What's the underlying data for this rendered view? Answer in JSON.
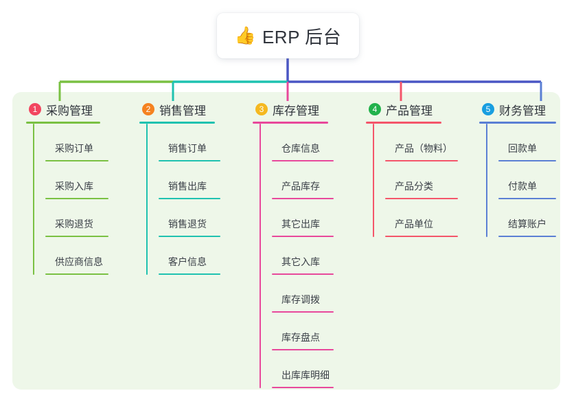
{
  "root": {
    "emoji": "👍",
    "emoji_name": "thumbs-up-icon",
    "title": "ERP 后台"
  },
  "theme": {
    "canvas_bg": "#eef7e9",
    "page_bg": "#ffffff",
    "text": "#30343c",
    "leaf_text": "#3a3f47",
    "trunk": "#4a56c4"
  },
  "columns": [
    {
      "number": "1",
      "title": "采购管理",
      "badge_color": "#f2455f",
      "line_color": "#7ac143",
      "items": [
        "采购订单",
        "采购入库",
        "采购退货",
        "供应商信息"
      ]
    },
    {
      "number": "2",
      "title": "销售管理",
      "badge_color": "#f58220",
      "line_color": "#1fc2b0",
      "items": [
        "销售订单",
        "销售出库",
        "销售退货",
        "客户信息"
      ]
    },
    {
      "number": "3",
      "title": "库存管理",
      "badge_color": "#f5b820",
      "line_color": "#e8489b",
      "items": [
        "仓库信息",
        "产品库存",
        "其它出库",
        "其它入库",
        "库存调拨",
        "库存盘点",
        "出库库明细"
      ]
    },
    {
      "number": "4",
      "title": "产品管理",
      "badge_color": "#22b24c",
      "line_color": "#f4556a",
      "items": [
        "产品（物料）",
        "产品分类",
        "产品单位"
      ]
    },
    {
      "number": "5",
      "title": "财务管理",
      "badge_color": "#189ee0",
      "line_color": "#5b7fd4",
      "items": [
        "回款单",
        "付款单",
        "结算账户"
      ]
    }
  ]
}
